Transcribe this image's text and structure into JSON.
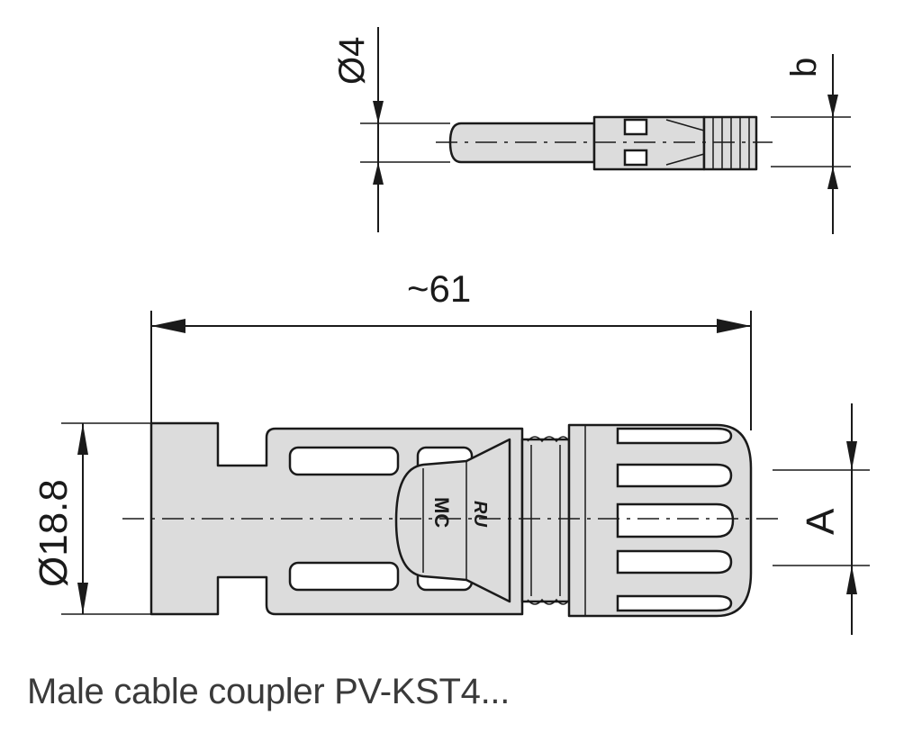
{
  "dimensions": {
    "pin_diameter": "Ø4",
    "crimp_width": "b",
    "overall_length": "~61",
    "body_diameter": "Ø18.8",
    "cable_size": "A"
  },
  "markings": {
    "logo_text": "MC",
    "cert_mark": "RU"
  },
  "caption": "Male cable coupler PV-KST4..."
}
